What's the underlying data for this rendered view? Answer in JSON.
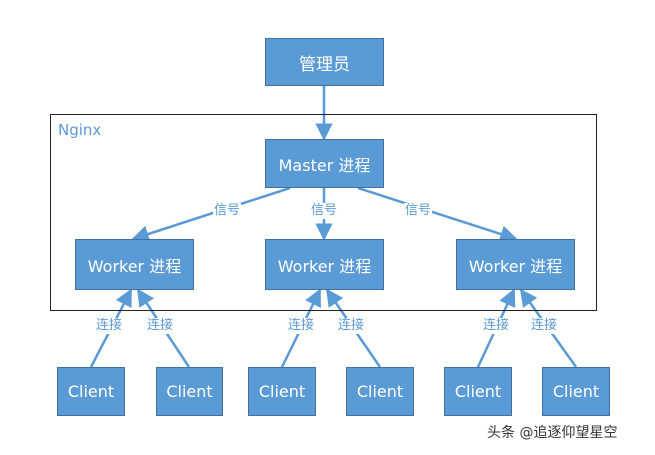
{
  "admin_label": "管理员",
  "frame_label": "Nginx",
  "master_label": "Master 进程",
  "workers": [
    {
      "label": "Worker 进程"
    },
    {
      "label": "Worker 进程"
    },
    {
      "label": "Worker 进程"
    }
  ],
  "signal_label": "信号",
  "connect_label": "连接",
  "client_label": "Client",
  "watermark": "头条 @追逐仰望星空",
  "colors": {
    "box_fill": "#5b9bd5",
    "box_border": "#41719c",
    "arrow": "#5b9bd5",
    "label_text": "#5b9bd5",
    "frame_border": "#222222"
  }
}
